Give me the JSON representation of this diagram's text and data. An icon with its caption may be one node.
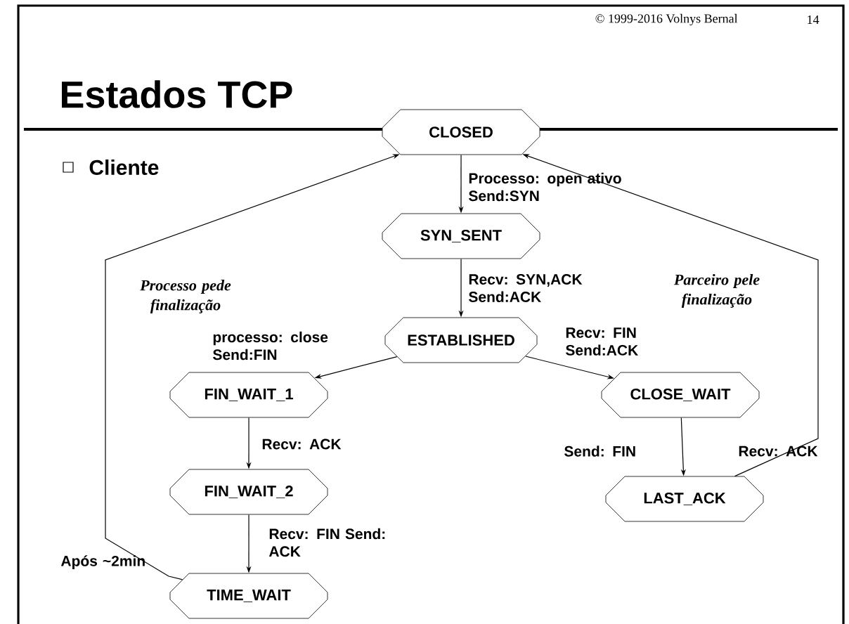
{
  "diagram": {
    "title": "Estados TCP",
    "nodes": [
      {
        "text": [
          "CLOSED"
        ]
      },
      {
        "text": [
          "SYN_SENT"
        ]
      },
      {
        "text": [
          "ESTABLISHED"
        ]
      },
      {
        "text": [
          "FIN_WAIT_1"
        ]
      },
      {
        "text": [
          "FIN_WAIT_2"
        ]
      },
      {
        "text": [
          "TIME_WAIT"
        ]
      },
      {
        "text": [
          "CLOSE_WAIT"
        ]
      },
      {
        "text": [
          "LAST_ACK"
        ]
      }
    ],
    "edges": [
      {
        "from": 0,
        "to": 1,
        "arrow": "to",
        "label": "Processo: open ativo Send:SYN"
      },
      {
        "from": 1,
        "to": 2,
        "arrow": "to",
        "label": "Recv: SYN,ACK Send:ACK"
      },
      {
        "from": 2,
        "to": 3,
        "arrow": "to",
        "label": "processo: close Send:FIN"
      },
      {
        "from": 2,
        "to": 6,
        "arrow": "to",
        "label": "Recv: FIN Send:ACK"
      },
      {
        "from": 3,
        "to": 4,
        "arrow": "to",
        "label": "Recv: ACK"
      },
      {
        "from": 4,
        "to": 5,
        "arrow": "to",
        "label": "Recv: FIN Send: ACK"
      },
      {
        "from": 6,
        "to": 7,
        "arrow": "to",
        "label": "Send: FIN"
      },
      {
        "from": 7,
        "to": 0,
        "arrow": "to",
        "label": "Recv: ACK"
      },
      {
        "from": 5,
        "to": 0,
        "arrow": "to",
        "label": "Após ~2min"
      }
    ],
    "labels": [
      "© 1999-2016 Volnys Bernal",
      "14",
      "Cliente",
      "Processo pede finalização",
      "Parceiro pele finalização"
    ]
  }
}
